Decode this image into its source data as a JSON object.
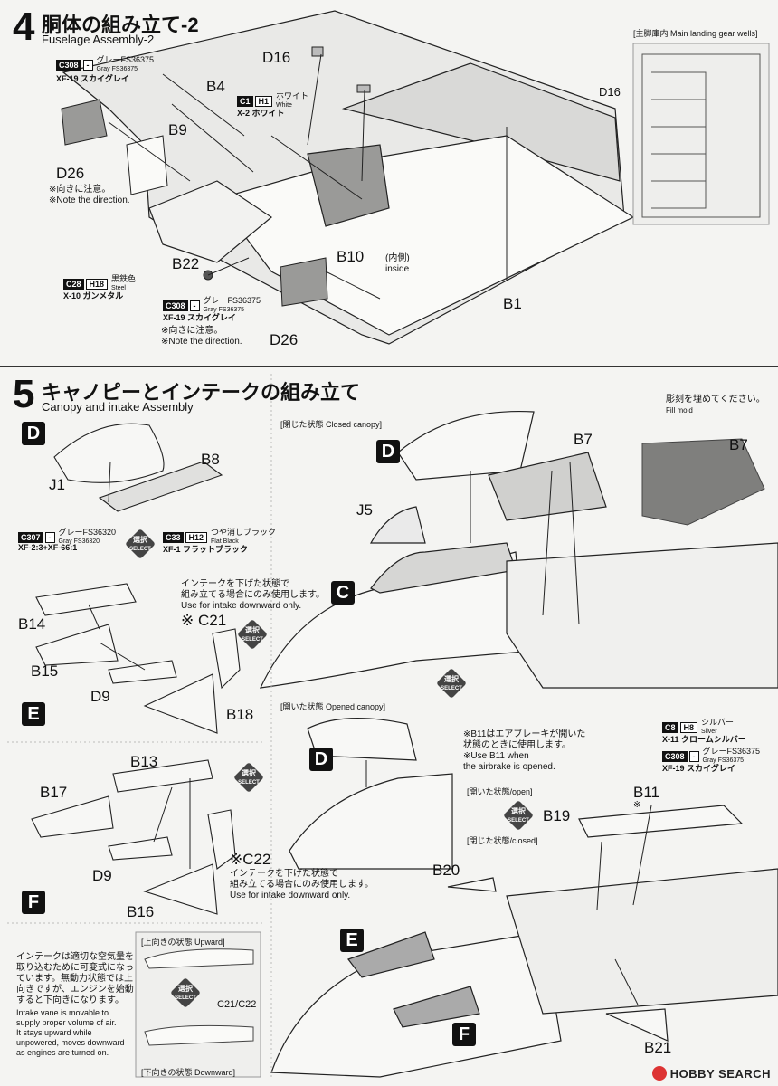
{
  "step4": {
    "number": "4",
    "title": "胴体の組み立て-2",
    "subtitle": "Fuselage Assembly-2",
    "inset_label": "[主脚庫内 Main landing gear wells]",
    "inset_part": "D16",
    "parts": {
      "D16": "D16",
      "B4": "B4",
      "B9": "B9",
      "D26a": "D26",
      "B22": "B22",
      "B10": "B10",
      "B1": "B1",
      "D26b": "D26"
    },
    "inside_label_jp": "(内側)",
    "inside_label_en": "inside",
    "note1_jp": "※向きに注意。",
    "note1_en": "※Note the direction.",
    "note2_jp": "※向きに注意。",
    "note2_en": "※Note the direction.",
    "colors": {
      "c308a": {
        "code": "C308",
        "h": "-",
        "jp": "グレーFS36375",
        "en": "Gray FS36375",
        "name": "XF-19 スカイグレイ"
      },
      "c1": {
        "code": "C1",
        "h": "H1",
        "jp": "ホワイト",
        "en": "White",
        "name": "X-2 ホワイト"
      },
      "c28": {
        "code": "C28",
        "h": "H18",
        "jp": "黒鉄色",
        "en": "Steel",
        "name": "X-10 ガンメタル"
      },
      "c308b": {
        "code": "C308",
        "h": "-",
        "jp": "グレーFS36375",
        "en": "Gray FS36375",
        "name": "XF-19 スカイグレイ"
      }
    }
  },
  "step5": {
    "number": "5",
    "title": "キャノピーとインテークの組み立て",
    "subtitle": "Canopy and intake Assembly",
    "closed_canopy_label": "[閉じた状態 Closed canopy]",
    "opened_canopy_label": "[開いた状態 Opened canopy]",
    "fill_mold_jp": "彫刻を埋めてください。",
    "fill_mold_en": "Fill mold",
    "parts": {
      "J1": "J1",
      "B8": "B8",
      "B14": "B14",
      "C21": "※ C21",
      "B15": "B15",
      "D9a": "D9",
      "B18": "B18",
      "B13": "B13",
      "B17": "B17",
      "D9b": "D9",
      "C22": "※C22",
      "B16": "B16",
      "B7a": "B7",
      "B7b": "B7",
      "J5": "J5",
      "B11": "B11",
      "B19": "B19",
      "B20": "B20",
      "B21": "B21",
      "B11_mark": "※",
      "C21C22": "C21/C22"
    },
    "letters": {
      "D1": "D",
      "E1": "E",
      "F1": "F",
      "D2": "D",
      "C2": "C",
      "D3": "D",
      "E2": "E",
      "F2": "F"
    },
    "intake_note1_jp1": "インテークを下げた状態で",
    "intake_note1_jp2": "組み立てる場合にのみ使用します。",
    "intake_note1_en": "Use for intake downward only.",
    "intake_note2_jp1": "インテークを下げた状態で",
    "intake_note2_jp2": "組み立てる場合にのみ使用します。",
    "intake_note2_en": "Use for intake downward only.",
    "b11_note_jp1": "※B11はエアブレーキが開いた",
    "b11_note_jp2": "状態のときに使用します。",
    "b11_note_en1": "※Use B11 when",
    "b11_note_en2": "the airbrake is opened.",
    "open_label": "[開いた状態/open]",
    "closed_label": "[閉じた状態/closed]",
    "upward_label": "[上向きの状態 Upward]",
    "downward_label": "[下向きの状態 Downward]",
    "vane_jp": [
      "インテークは適切な空気量を",
      "取り込むために可変式になっ",
      "ています。無動力状態では上",
      "向きですが、エンジンを始動",
      "すると下向きになります。"
    ],
    "vane_en": [
      "Intake vane is movable to",
      "supply proper volume of air.",
      "It stays upward while",
      "unpowered, moves downward",
      "as engines are turned on."
    ],
    "select_jp": "選択",
    "select_en": "SELECT",
    "colors": {
      "c307": {
        "code": "C307",
        "h": "-",
        "jp": "グレーFS36320",
        "en": "Gray FS36320",
        "name": "XF-2:3+XF-66:1"
      },
      "c33": {
        "code": "C33",
        "h": "H12",
        "jp": "つや消しブラック",
        "en": "Flat Black",
        "name": "XF-1 フラットブラック"
      },
      "c8": {
        "code": "C8",
        "h": "H8",
        "jp": "シルバー",
        "en": "Silver",
        "name": "X-11 クロームシルバー"
      },
      "c308": {
        "code": "C308",
        "h": "-",
        "jp": "グレーFS36375",
        "en": "Gray FS36375",
        "name": "XF-19 スカイグレイ"
      }
    }
  },
  "watermark": "HOBBY SEARCH"
}
